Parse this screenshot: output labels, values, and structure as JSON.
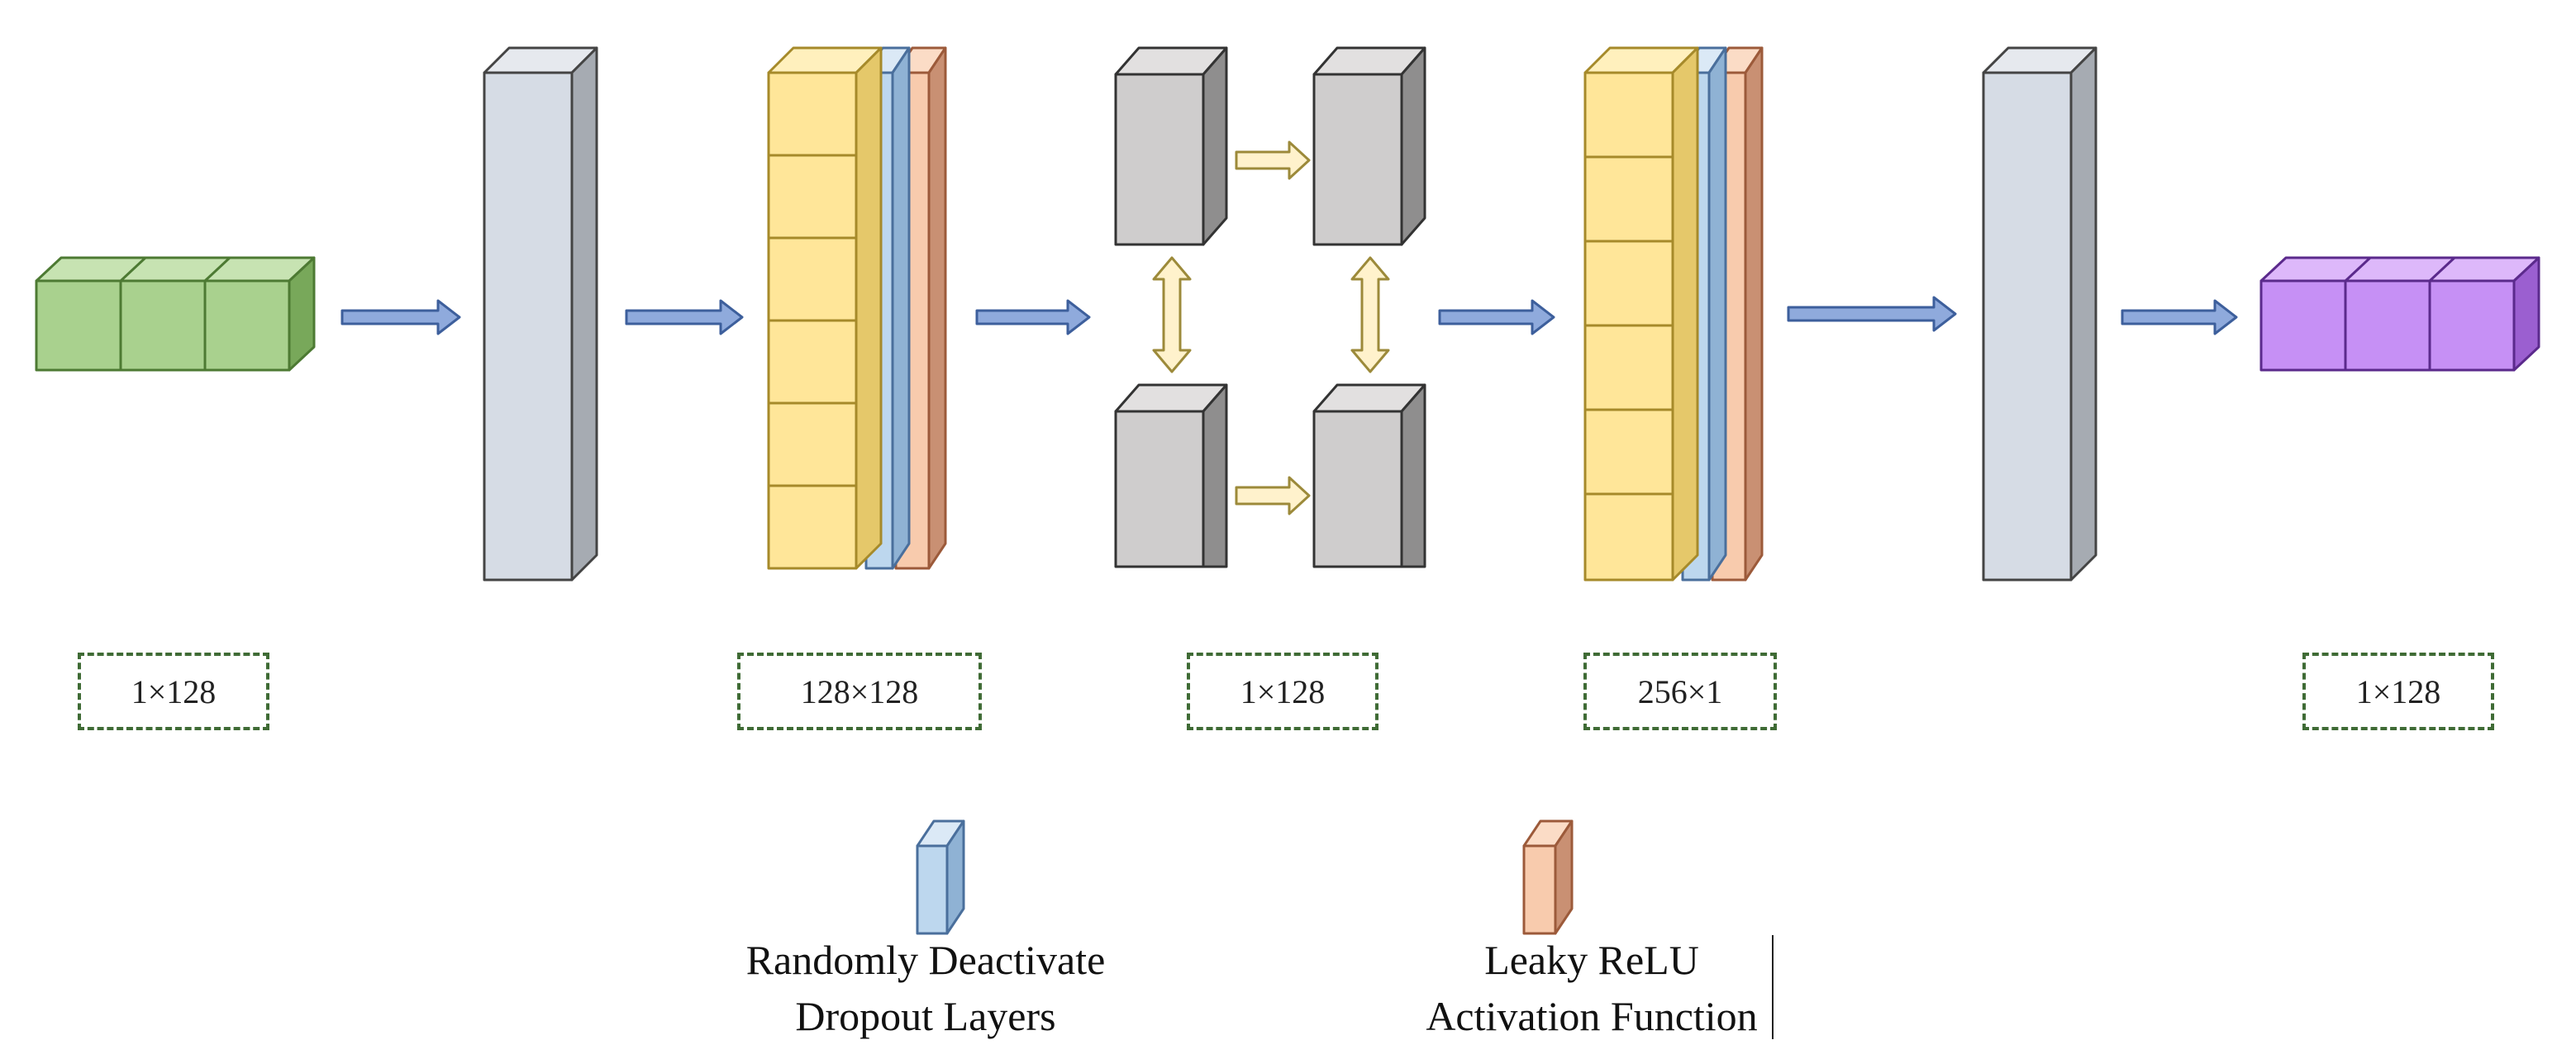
{
  "labels": {
    "input": "1×128",
    "block1": "128×128",
    "pool": "1×128",
    "block2": "256×1",
    "output": "1×128"
  },
  "legend": {
    "dropout": {
      "line1": "Randomly Deactivate",
      "line2": "Dropout Layers",
      "icon": "blue-slab-icon"
    },
    "relu": {
      "line1": "Leaky ReLU",
      "line2": "Activation Function",
      "icon": "orange-slab-icon"
    }
  },
  "colors": {
    "input_block": "#a9d18e",
    "output_block": "#c690f5",
    "dense_layer": "#d6dce5",
    "feature_cell": "#ffe699",
    "dropout": "#bdd7ee",
    "relu": "#f8cbad",
    "pool_block": "#cfcdcd",
    "flow_arrow": "#8faadc",
    "inner_arrow": "#fff2cc"
  }
}
